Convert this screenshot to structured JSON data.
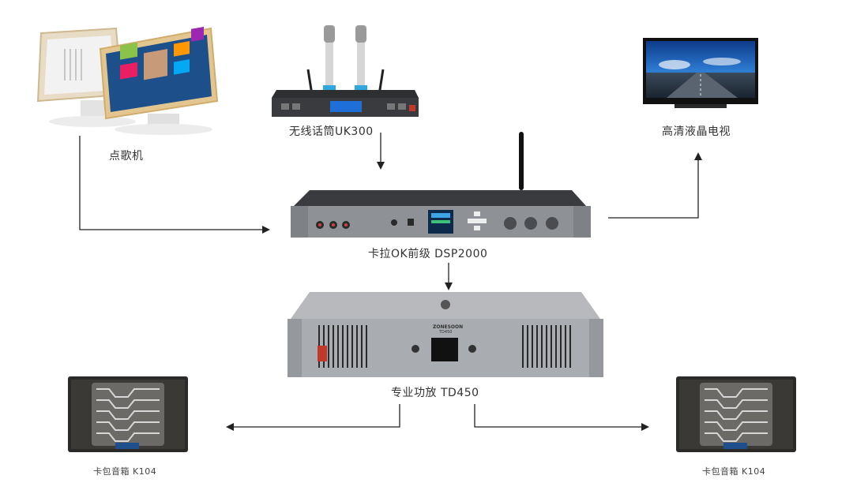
{
  "labels": {
    "jukebox": "点歌机",
    "mic": "无线话筒UK300",
    "tv": "高清液晶电视",
    "preamp": "卡拉OK前级 DSP2000",
    "amp": "专业功放 TD450",
    "speaker_left": "卡包音箱 K104",
    "speaker_right": "卡包音箱 K104"
  },
  "amp_brand": "ZONESOON",
  "amp_model": "TD450",
  "colors": {
    "line": "#222222",
    "device_gray": "#8e9196",
    "device_dark": "#3a3b3e",
    "screen_blue": "#1e6fd8",
    "mic_blue": "#2fa8e0"
  }
}
